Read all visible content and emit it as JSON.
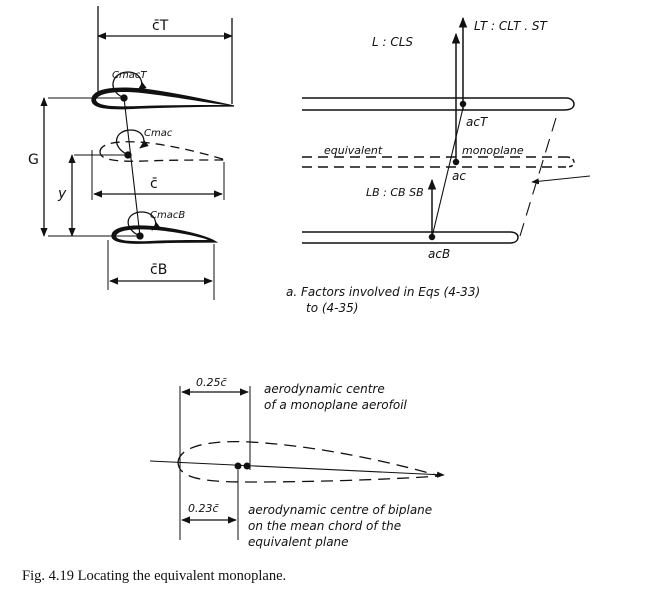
{
  "left_figure": {
    "chord_top": "c̄T",
    "moment_top": "CmacT",
    "moment_mid": "Cmac",
    "moment_bottom": "CmacB",
    "gap": "G",
    "y": "y",
    "chord_mean": "c̄",
    "chord_bottom": "c̄B"
  },
  "right_figure": {
    "lift_total": "L : CLS",
    "lift_top": "LT : CLT . ST",
    "lift_bottom": "LB : CB SB",
    "ac_top": "acT",
    "ac_mid": "ac",
    "ac_bottom": "acB",
    "equivalent": "equivalent",
    "monoplane": "monoplane",
    "caption_a_line1": "a. Factors involved in Eqs (4-33)",
    "caption_a_line2": "to (4-35)"
  },
  "bottom_figure": {
    "dim_upper": "0.25c̄",
    "dim_lower": "0.23c̄",
    "note_upper_1": "aerodynamic centre",
    "note_upper_2": "of a monoplane aerofoil",
    "note_lower_1": "aerodynamic centre of biplane",
    "note_lower_2": "on the mean chord of the",
    "note_lower_3": "equivalent plane"
  },
  "caption": "Fig. 4.19   Locating the equivalent monoplane."
}
